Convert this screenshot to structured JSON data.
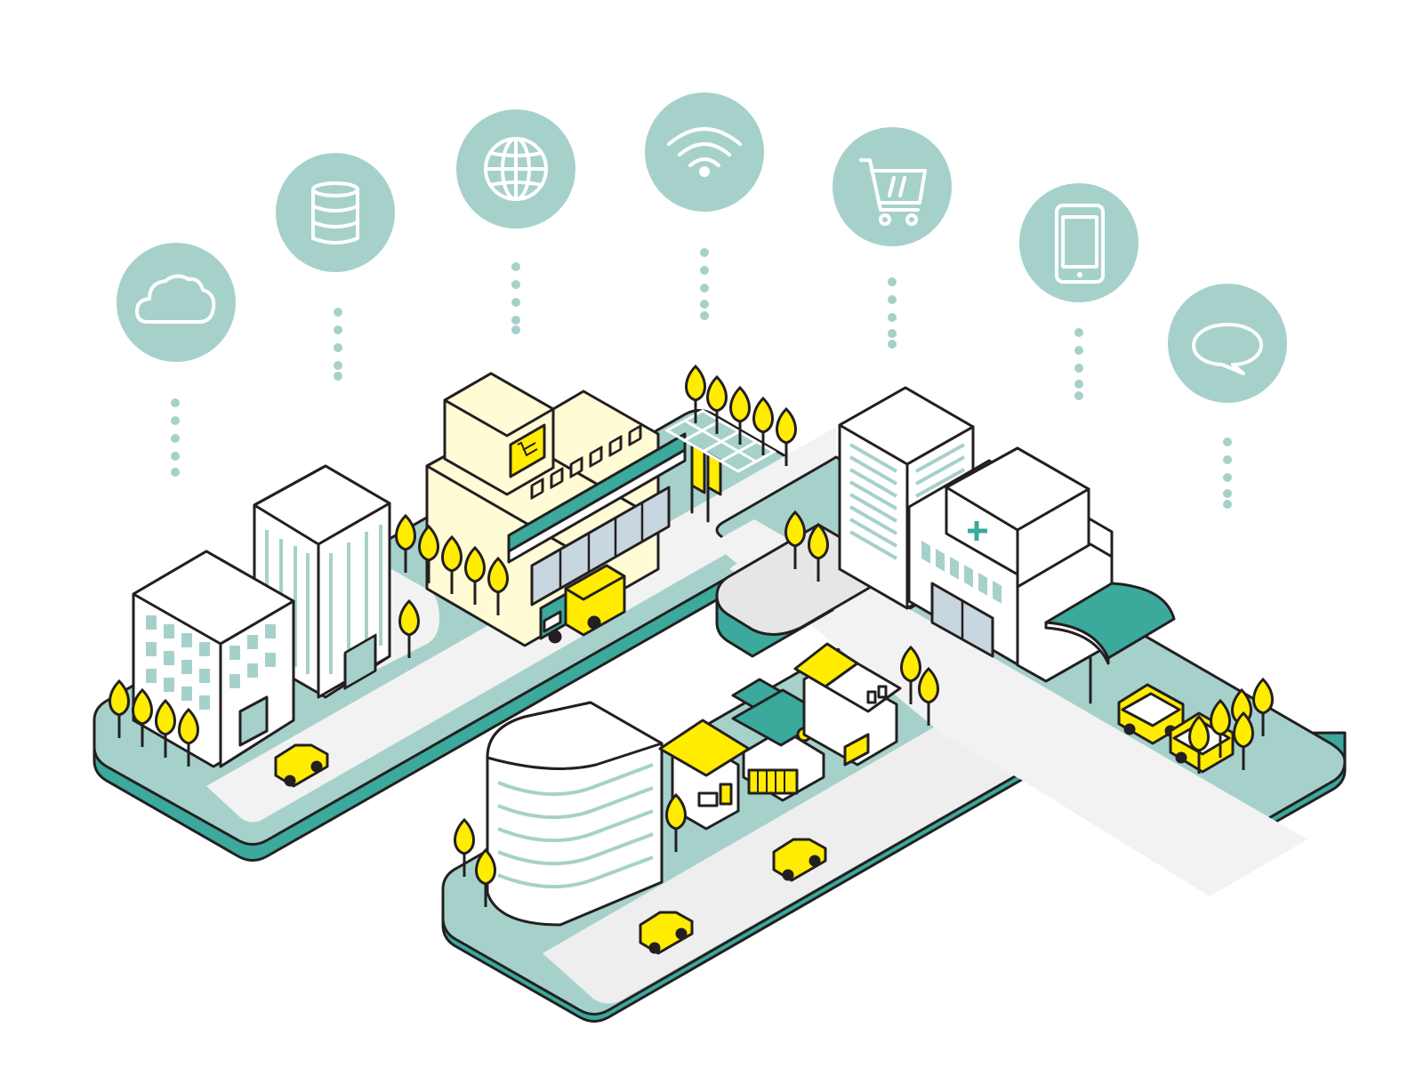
{
  "colors": {
    "icon_circle": "#a6d1cb",
    "dots": "#a6d1cb",
    "platform_top": "#a6d1cb",
    "platform_side": "#3ba99c",
    "road": "#f2f2f2",
    "road_shade": "#e6e6e6",
    "outline": "#231f20",
    "building": "#ffffff",
    "window_tint": "#a6d1cb",
    "accent_yellow": "#ffec00",
    "store_cream": "#fffbd4",
    "store_awning": "#3ba99c",
    "store_glass": "#c8d6e0"
  },
  "icons": [
    {
      "name": "cloud-icon"
    },
    {
      "name": "database-icon"
    },
    {
      "name": "globe-icon"
    },
    {
      "name": "wifi-icon"
    },
    {
      "name": "shopping-cart-icon"
    },
    {
      "name": "smartphone-icon"
    },
    {
      "name": "speech-bubble-icon"
    }
  ],
  "scene": {
    "buildings": [
      "office-building",
      "office-tower",
      "supermarket",
      "office-tower-right",
      "hospital",
      "curved-office",
      "house-left",
      "house-center",
      "house-right"
    ],
    "vehicles": [
      "delivery-truck",
      "taxi",
      "taxi",
      "taxi",
      "bus",
      "bus"
    ],
    "signs": [
      "cart-sign",
      "hospital-cross"
    ]
  }
}
